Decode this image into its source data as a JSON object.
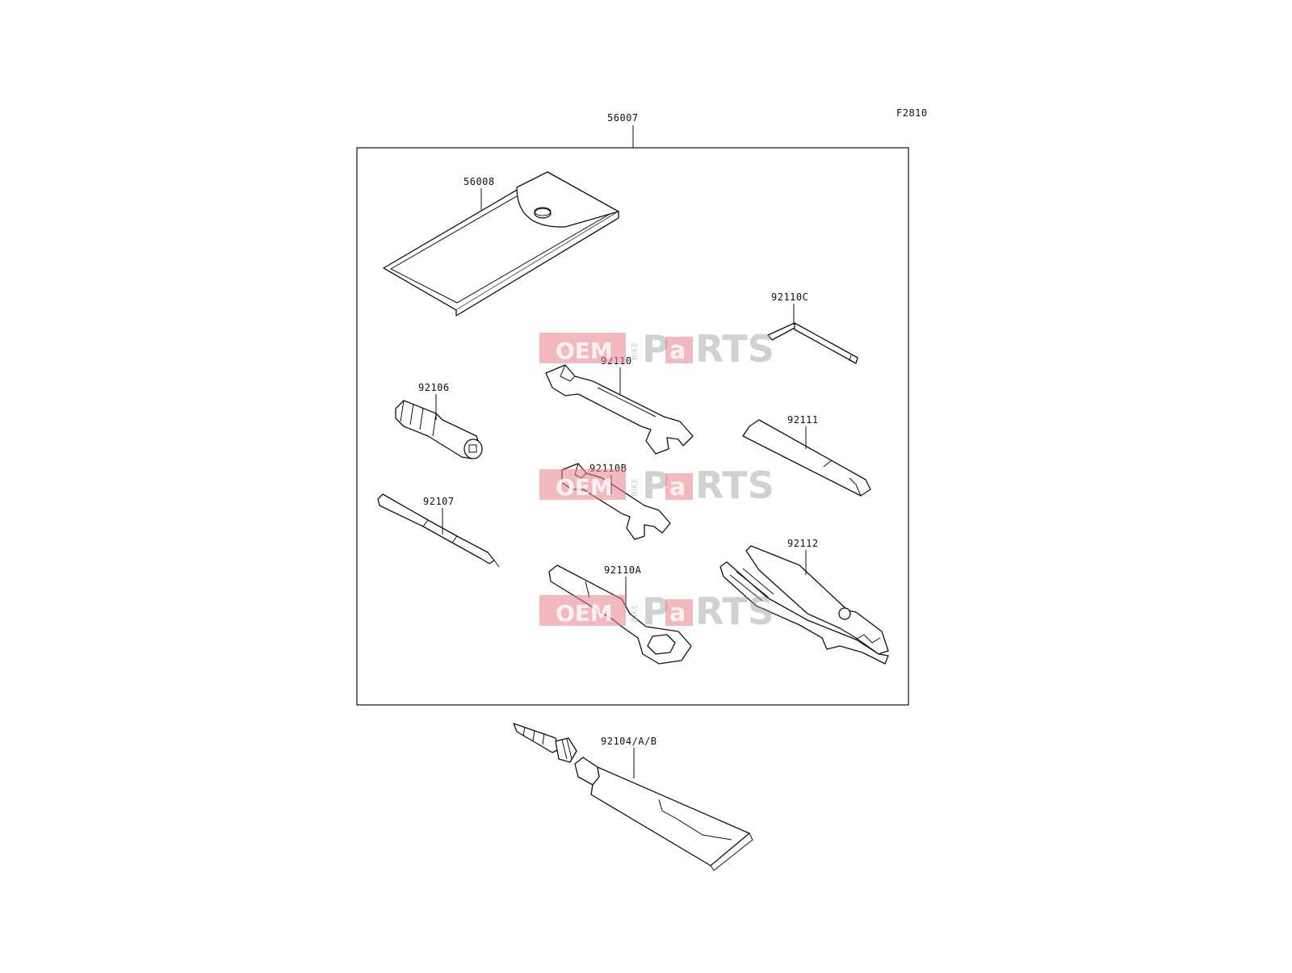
{
  "figure_code": "F2810",
  "kit_label": "56007",
  "parts": [
    {
      "id": "56008"
    },
    {
      "id": "92110C"
    },
    {
      "id": "92110"
    },
    {
      "id": "92106"
    },
    {
      "id": "92111"
    },
    {
      "id": "92110B"
    },
    {
      "id": "92107"
    },
    {
      "id": "92112"
    },
    {
      "id": "92110A"
    },
    {
      "id": "92104/A/B"
    }
  ],
  "watermark": {
    "oem": "OEM",
    "bike": "BIKE",
    "p": "P",
    "a": "a",
    "rts": "RTS"
  },
  "colors": {
    "line": "#111111",
    "watermark_red": "#e8808a",
    "watermark_grey": "#9a9a9a"
  }
}
